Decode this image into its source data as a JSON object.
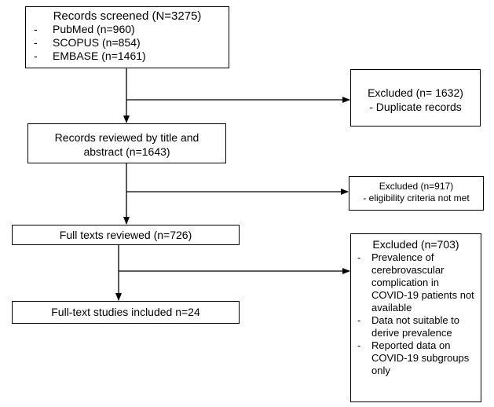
{
  "records_screened": {
    "title": "Records screened (N=3275)",
    "sources": [
      "PubMed (n=960)",
      "SCOPUS (n=854)",
      "EMBASE (n=1461)"
    ]
  },
  "excluded_duplicates": {
    "title": "Excluded (n= 1632)",
    "reason": "- Duplicate records"
  },
  "records_reviewed": {
    "line1": "Records reviewed by title and",
    "line2": "abstract (n=1643)"
  },
  "excluded_eligibility": {
    "title": "Excluded (n=917)",
    "reason": "- eligibility criteria not met"
  },
  "full_texts_reviewed": {
    "label": "Full texts reviewed (n=726)"
  },
  "studies_included": {
    "label": "Full-text studies included n=24"
  },
  "excluded_final": {
    "title": "Excluded (n=703)",
    "reasons": [
      "Prevalence of cerebrovascular complication in COVID-19 patients not available",
      "Data not suitable to derive prevalence",
      "Reported data on COVID-19 subgroups only"
    ]
  }
}
